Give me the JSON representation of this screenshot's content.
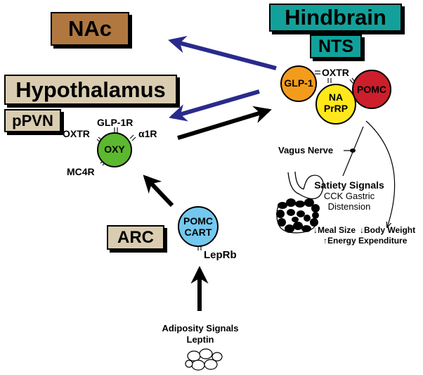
{
  "regions": {
    "nac": "NAc",
    "hypothalamus": "Hypothalamus",
    "ppvn": "pPVN",
    "arc": "ARC",
    "hindbrain": "Hindbrain",
    "nts": "NTS"
  },
  "neurons": {
    "oxy": "OXY",
    "glp1": "GLP-1",
    "na_line1": "NA",
    "na_line2": "PrRP",
    "pomc": "POMC",
    "pomc_cart_line1": "POMC",
    "pomc_cart_line2": "CART"
  },
  "receptors": {
    "glp1r": "GLP-1R",
    "oxtr_pvn": "OXTR",
    "alpha1r": "α1R",
    "mc4r": "MC4R",
    "oxtr_nts": "OXTR",
    "leprb": "LepRb"
  },
  "labels": {
    "vagus_nerve": "Vagus Nerve",
    "satiety_title": "Satiety Signals",
    "satiety_line2": "CCK Gastric",
    "satiety_line3": "Distension",
    "meal_size": "↓Meal Size",
    "body_weight": "↓Body Weight",
    "energy_expenditure": "↑Energy Expenditure",
    "adiposity_title": "Adiposity Signals",
    "adiposity_line2": "Leptin"
  },
  "colors": {
    "nac": "#b07840",
    "hypothalamus": "#d9ccb0",
    "hindbrain": "#12a19a",
    "oxy": "#5cb82e",
    "glp1": "#f39c1b",
    "na_prrp": "#ffe81a",
    "pomc_nts": "#cc1f2b",
    "pomc_cart": "#74c8ee",
    "blue_arrow": "#2a2a8c",
    "black_arrow": "#000000"
  }
}
